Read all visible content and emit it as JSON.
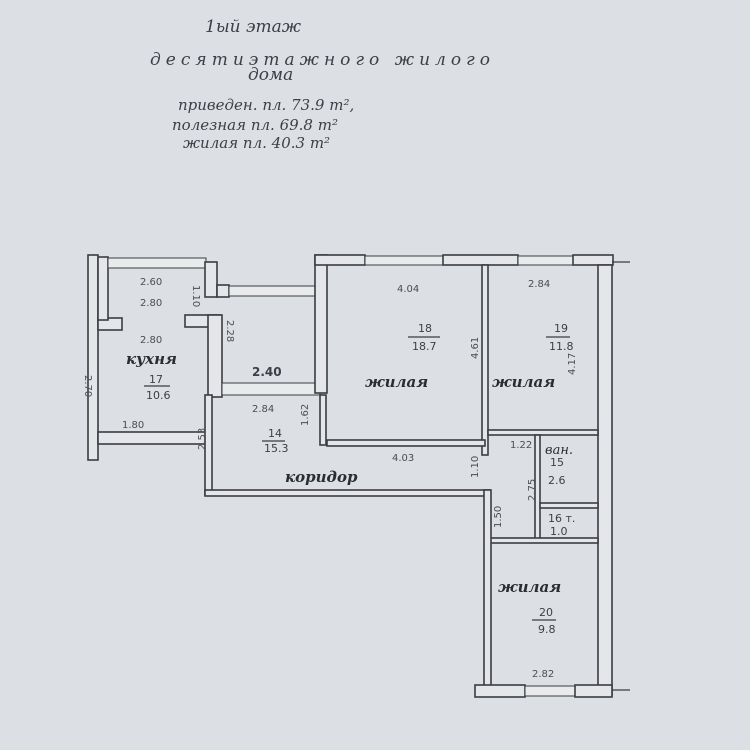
{
  "title": {
    "line1": "1ый этаж",
    "line2": "десятиэтажного жилого",
    "line3": "дома"
  },
  "areas": {
    "reduced": "приведен. пл. 73.9 m²,",
    "useful": "полезная пл. 69.8 m²",
    "living": "жилая пл. 40.3 m²"
  },
  "rooms": {
    "kitchen": {
      "label": "кухня",
      "number": "17",
      "area": "10.6",
      "dims": [
        "2.60",
        "2.80",
        "2.80",
        "2.70",
        "1.80",
        "1.10"
      ]
    },
    "loggia": {
      "dims": [
        "2.28",
        "2.40"
      ]
    },
    "hall": {
      "number": "14",
      "area": "15.3",
      "dims": [
        "2.84",
        "1.62",
        "2.53"
      ]
    },
    "corridor": {
      "label": "коридор",
      "dims": [
        "1.10",
        "1.50",
        "2.75",
        "1.22"
      ]
    },
    "room18": {
      "label": "жилая",
      "number": "18",
      "area": "18.7",
      "dims": [
        "4.04",
        "4.61",
        "4.03"
      ]
    },
    "room19": {
      "label": "жилая",
      "number": "19",
      "area": "11.8",
      "dims": [
        "2.84",
        "4.17"
      ]
    },
    "bath": {
      "label": "ван.",
      "number": "15",
      "area": "2.6"
    },
    "wc": {
      "label": "16 т.",
      "area": "1.0"
    },
    "room20": {
      "label": "жилая",
      "number": "20",
      "area": "9.8",
      "dims": [
        "2.82"
      ]
    }
  }
}
